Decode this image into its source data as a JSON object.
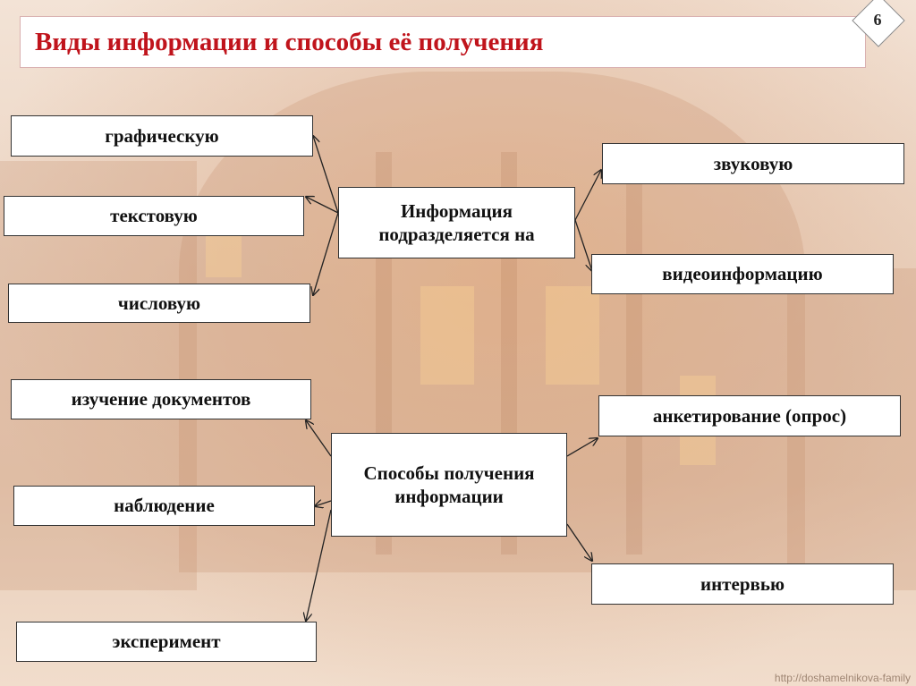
{
  "slide": {
    "title": "Виды информации и способы её получения",
    "page_number": "6",
    "watermark_url": "http://doshamelnikova-family"
  },
  "info_types": {
    "center": "Информация подразделяется на",
    "left": [
      "графическую",
      "текстовую",
      "числовую"
    ],
    "right": [
      "звуковую",
      "видеоинформацию"
    ]
  },
  "methods": {
    "center": "Способы получения информации",
    "left": [
      "изучение документов",
      "наблюдение",
      "эксперимент"
    ],
    "right": [
      "анкетирование (опрос)",
      "интервью"
    ]
  },
  "colors": {
    "title": "#c0141c",
    "box_border": "#333333",
    "arrow": "#222222"
  }
}
